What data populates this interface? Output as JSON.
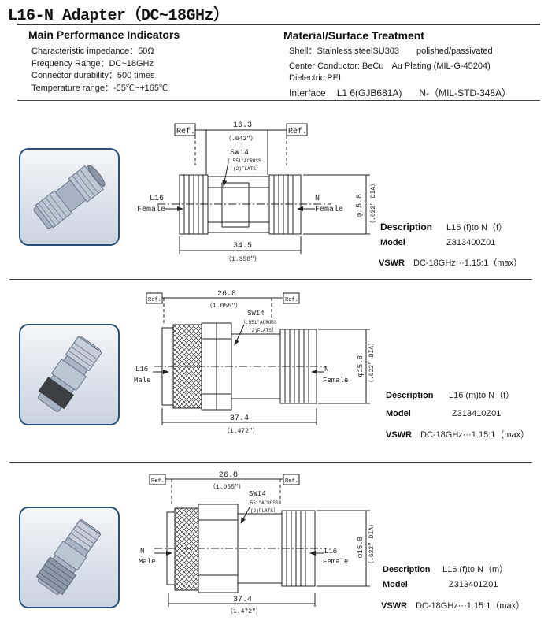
{
  "title": "L16-N Adapter（DC~18GHz）",
  "performance": {
    "heading": "Main Performance Indicators",
    "lines": [
      "Characteristic impedance：50Ω",
      "Frequency Range：DC~18GHz",
      "Connector durability：500 times",
      "Temperature range：-55℃~+165℃"
    ]
  },
  "material": {
    "heading": "Material/Surface Treatment",
    "shell": "Shell：Stainless steelSU303",
    "shell_finish": "polished/passivated",
    "center": "Center Conductor: BeCu",
    "center_plating": "Au Plating (MIL-G-45204)",
    "dielectric": "Dielectric:PEI",
    "interface_label": "Interface",
    "interface_a": "L1 6(GJB681A)",
    "interface_b": "N-（MIL-STD-348A）"
  },
  "drawing_labels": {
    "ref": "Ref.",
    "across": "（.551\"ACROSS",
    "flats": "(2)FLATS］",
    "dia": "（.622\" DIA）",
    "phi": "φ15.8",
    "sw": "SW14"
  },
  "products": [
    {
      "top_dim": "16.3",
      "top_dim_in": "（.642\"）",
      "bottom_dim": "34.5",
      "bottom_dim_in": "（1.358\"）",
      "left_top": "L16",
      "left_bottom": "Female",
      "right_top": "N",
      "right_bottom": "Female",
      "description_label": "Description",
      "description": "L16 (f)to N（f）",
      "model_label": "Model",
      "model": "Z313400Z01",
      "vswr_label": "VSWR",
      "vswr": "DC-18GHz···1.15:1（max）"
    },
    {
      "top_dim": "26.8",
      "top_dim_in": "（1.055\"）",
      "bottom_dim": "37.4",
      "bottom_dim_in": "（1.472\"）",
      "left_top": "L16",
      "left_bottom": "Male",
      "right_top": "N",
      "right_bottom": "Female",
      "description_label": "Description",
      "description": "L16 (m)to N（f）",
      "model_label": "Model",
      "model": "Z313410Z01",
      "vswr_label": "VSWR",
      "vswr": "DC-18GHz···1.15:1（max）"
    },
    {
      "top_dim": "26.8",
      "top_dim_in": "（1.055\"）",
      "bottom_dim": "37.4",
      "bottom_dim_in": "（1.472\"）",
      "left_top": "N",
      "left_bottom": "Male",
      "right_top": "L16",
      "right_bottom": "Female",
      "description_label": "Description",
      "description": "L16 (f)to N（m）",
      "model_label": "Model",
      "model": "Z313401Z01",
      "vswr_label": "VSWR",
      "vswr": "DC-18GHz···1.15:1（max）"
    }
  ]
}
